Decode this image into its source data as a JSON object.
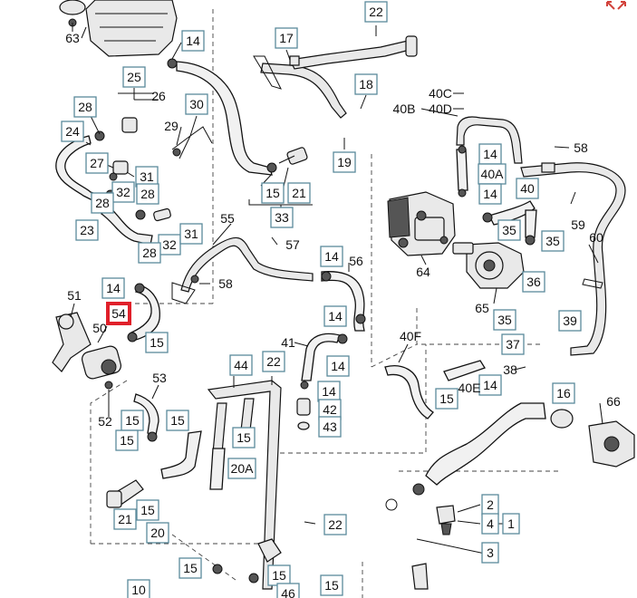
{
  "accent": {
    "box_border": "#5a8a9c",
    "highlight": "#e0202a"
  },
  "corner_icon": "collapse-arrows-icon",
  "highlighted_callout": "54",
  "callouts": [
    {
      "id": "c63",
      "text": "63",
      "boxed": false
    },
    {
      "id": "c14a",
      "text": "14",
      "boxed": true
    },
    {
      "id": "c25",
      "text": "25",
      "boxed": true
    },
    {
      "id": "c26",
      "text": "26",
      "boxed": false
    },
    {
      "id": "c28a",
      "text": "28",
      "boxed": true
    },
    {
      "id": "c29",
      "text": "29",
      "boxed": false
    },
    {
      "id": "c30",
      "text": "30",
      "boxed": true
    },
    {
      "id": "c24",
      "text": "24",
      "boxed": true
    },
    {
      "id": "c27",
      "text": "27",
      "boxed": true
    },
    {
      "id": "c31a",
      "text": "31",
      "boxed": true
    },
    {
      "id": "c32a",
      "text": "32",
      "boxed": true
    },
    {
      "id": "c28b",
      "text": "28",
      "boxed": true
    },
    {
      "id": "c28c",
      "text": "28",
      "boxed": true
    },
    {
      "id": "c23",
      "text": "23",
      "boxed": true
    },
    {
      "id": "c32b",
      "text": "32",
      "boxed": true
    },
    {
      "id": "c31b",
      "text": "31",
      "boxed": true
    },
    {
      "id": "c28d",
      "text": "28",
      "boxed": true
    },
    {
      "id": "c22a",
      "text": "22",
      "boxed": true
    },
    {
      "id": "c17",
      "text": "17",
      "boxed": true
    },
    {
      "id": "c18",
      "text": "18",
      "boxed": true
    },
    {
      "id": "c19",
      "text": "19",
      "boxed": true
    },
    {
      "id": "c15a",
      "text": "15",
      "boxed": true
    },
    {
      "id": "c21a",
      "text": "21",
      "boxed": true
    },
    {
      "id": "c33",
      "text": "33",
      "boxed": true
    },
    {
      "id": "c40c",
      "text": "40C",
      "boxed": false
    },
    {
      "id": "c40b",
      "text": "40B",
      "boxed": false
    },
    {
      "id": "c40d",
      "text": "40D",
      "boxed": false
    },
    {
      "id": "c14b",
      "text": "14",
      "boxed": true
    },
    {
      "id": "c40a",
      "text": "40A",
      "boxed": true
    },
    {
      "id": "c14c",
      "text": "14",
      "boxed": true
    },
    {
      "id": "c58a",
      "text": "58",
      "boxed": false
    },
    {
      "id": "c40",
      "text": "40",
      "boxed": true
    },
    {
      "id": "c35a",
      "text": "35",
      "boxed": true
    },
    {
      "id": "c35b",
      "text": "35",
      "boxed": true
    },
    {
      "id": "c59",
      "text": "59",
      "boxed": false
    },
    {
      "id": "c60",
      "text": "60",
      "boxed": false
    },
    {
      "id": "c55",
      "text": "55",
      "boxed": false
    },
    {
      "id": "c57",
      "text": "57",
      "boxed": false
    },
    {
      "id": "c14d",
      "text": "14",
      "boxed": true
    },
    {
      "id": "c56",
      "text": "56",
      "boxed": false
    },
    {
      "id": "c64",
      "text": "64",
      "boxed": false
    },
    {
      "id": "c51",
      "text": "51",
      "boxed": false
    },
    {
      "id": "c14e",
      "text": "14",
      "boxed": true
    },
    {
      "id": "c54",
      "text": "54",
      "boxed": true
    },
    {
      "id": "c58b",
      "text": "58",
      "boxed": false
    },
    {
      "id": "c50",
      "text": "50",
      "boxed": false
    },
    {
      "id": "c15b",
      "text": "15",
      "boxed": true
    },
    {
      "id": "c36",
      "text": "36",
      "boxed": true
    },
    {
      "id": "c65",
      "text": "65",
      "boxed": false
    },
    {
      "id": "c35c",
      "text": "35",
      "boxed": true
    },
    {
      "id": "c39",
      "text": "39",
      "boxed": true
    },
    {
      "id": "c14f",
      "text": "14",
      "boxed": true
    },
    {
      "id": "c41",
      "text": "41",
      "boxed": false
    },
    {
      "id": "c40f",
      "text": "40F",
      "boxed": false
    },
    {
      "id": "c37",
      "text": "37",
      "boxed": true
    },
    {
      "id": "c14g",
      "text": "14",
      "boxed": true
    },
    {
      "id": "c38",
      "text": "38",
      "boxed": false
    },
    {
      "id": "c44",
      "text": "44",
      "boxed": true
    },
    {
      "id": "c22b",
      "text": "22",
      "boxed": true
    },
    {
      "id": "c53",
      "text": "53",
      "boxed": false
    },
    {
      "id": "c14h",
      "text": "14",
      "boxed": true
    },
    {
      "id": "c40e",
      "text": "40E",
      "boxed": false
    },
    {
      "id": "c15c",
      "text": "15",
      "boxed": true
    },
    {
      "id": "c14i",
      "text": "14",
      "boxed": true
    },
    {
      "id": "c16",
      "text": "16",
      "boxed": true
    },
    {
      "id": "c66",
      "text": "66",
      "boxed": false
    },
    {
      "id": "c42",
      "text": "42",
      "boxed": true
    },
    {
      "id": "c43",
      "text": "43",
      "boxed": true
    },
    {
      "id": "c52",
      "text": "52",
      "boxed": false
    },
    {
      "id": "c15d",
      "text": "15",
      "boxed": true
    },
    {
      "id": "c15e",
      "text": "15",
      "boxed": true
    },
    {
      "id": "c15f",
      "text": "15",
      "boxed": true
    },
    {
      "id": "c15g",
      "text": "15",
      "boxed": true
    },
    {
      "id": "c20a",
      "text": "20A",
      "boxed": true
    },
    {
      "id": "c2",
      "text": "2",
      "boxed": true
    },
    {
      "id": "c4",
      "text": "4",
      "boxed": true
    },
    {
      "id": "c1",
      "text": "1",
      "boxed": true
    },
    {
      "id": "c3",
      "text": "3",
      "boxed": true
    },
    {
      "id": "c21b",
      "text": "21",
      "boxed": true
    },
    {
      "id": "c15h",
      "text": "15",
      "boxed": true
    },
    {
      "id": "c20",
      "text": "20",
      "boxed": true
    },
    {
      "id": "c22c",
      "text": "22",
      "boxed": true
    },
    {
      "id": "c15i",
      "text": "15",
      "boxed": true
    },
    {
      "id": "c15j",
      "text": "15",
      "boxed": true
    },
    {
      "id": "c15k",
      "text": "15",
      "boxed": true
    },
    {
      "id": "c10",
      "text": "10",
      "boxed": true
    },
    {
      "id": "c46",
      "text": "46",
      "boxed": true
    }
  ]
}
